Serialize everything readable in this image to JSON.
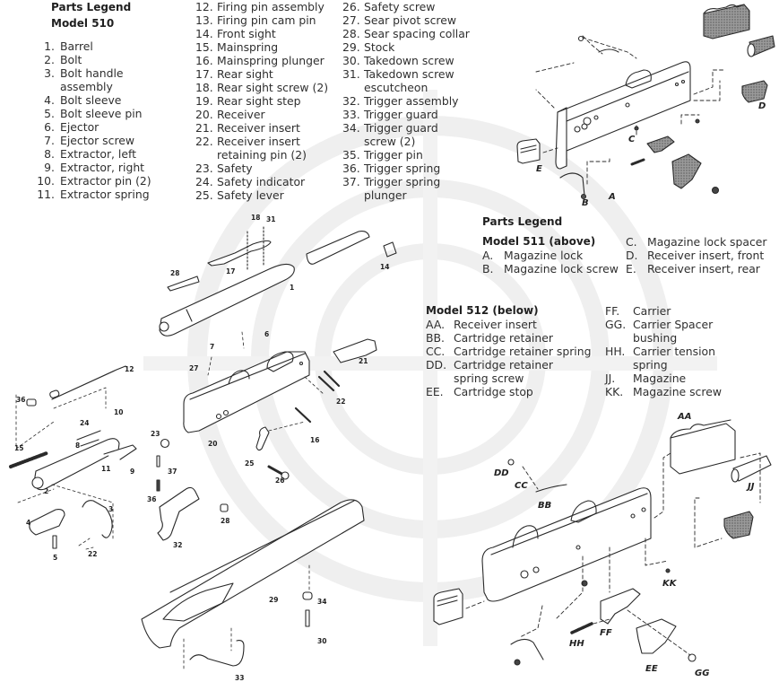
{
  "model_510": {
    "legend_title": "Parts Legend",
    "model_title": "Model 510",
    "parts": [
      {
        "num": "1.",
        "name": [
          "Barrel"
        ]
      },
      {
        "num": "2.",
        "name": [
          "Bolt"
        ]
      },
      {
        "num": "3.",
        "name": [
          "Bolt handle",
          "assembly"
        ]
      },
      {
        "num": "4.",
        "name": [
          "Bolt sleeve"
        ]
      },
      {
        "num": "5.",
        "name": [
          "Bolt sleeve pin"
        ]
      },
      {
        "num": "6.",
        "name": [
          "Ejector"
        ]
      },
      {
        "num": "7.",
        "name": [
          "Ejector screw"
        ]
      },
      {
        "num": "8.",
        "name": [
          "Extractor, left"
        ]
      },
      {
        "num": "9.",
        "name": [
          "Extractor, right"
        ]
      },
      {
        "num": "10.",
        "name": [
          "Extractor pin (2)"
        ]
      },
      {
        "num": "11.",
        "name": [
          "Extractor spring"
        ]
      },
      {
        "num": "12.",
        "name": [
          "Firing pin assembly"
        ]
      },
      {
        "num": "13.",
        "name": [
          "Firing pin cam pin"
        ]
      },
      {
        "num": "14.",
        "name": [
          "Front sight"
        ]
      },
      {
        "num": "15.",
        "name": [
          "Mainspring"
        ]
      },
      {
        "num": "16.",
        "name": [
          "Mainspring plunger"
        ]
      },
      {
        "num": "17.",
        "name": [
          "Rear sight"
        ]
      },
      {
        "num": "18.",
        "name": [
          "Rear sight screw (2)"
        ]
      },
      {
        "num": "19.",
        "name": [
          "Rear sight step"
        ]
      },
      {
        "num": "20.",
        "name": [
          "Receiver"
        ]
      },
      {
        "num": "21.",
        "name": [
          "Receiver insert"
        ]
      },
      {
        "num": "22.",
        "name": [
          "Receiver insert",
          "retaining pin (2)"
        ]
      },
      {
        "num": "23.",
        "name": [
          "Safety"
        ]
      },
      {
        "num": "24.",
        "name": [
          "Safety indicator"
        ]
      },
      {
        "num": "25.",
        "name": [
          "Safety lever"
        ]
      },
      {
        "num": "26.",
        "name": [
          "Safety screw"
        ]
      },
      {
        "num": "27.",
        "name": [
          "Sear pivot screw"
        ]
      },
      {
        "num": "28.",
        "name": [
          "Sear spacing collar"
        ]
      },
      {
        "num": "29.",
        "name": [
          "Stock"
        ]
      },
      {
        "num": "30.",
        "name": [
          "Takedown screw"
        ]
      },
      {
        "num": "31.",
        "name": [
          "Takedown screw",
          "escutcheon"
        ]
      },
      {
        "num": "32.",
        "name": [
          "Trigger assembly"
        ]
      },
      {
        "num": "33.",
        "name": [
          "Trigger guard"
        ]
      },
      {
        "num": "34.",
        "name": [
          "Trigger guard",
          "screw (2)"
        ]
      },
      {
        "num": "35.",
        "name": [
          "Trigger pin"
        ]
      },
      {
        "num": "36.",
        "name": [
          "Trigger spring"
        ]
      },
      {
        "num": "37.",
        "name": [
          "Trigger spring",
          "plunger"
        ]
      }
    ],
    "diagram_labels": [
      "12",
      "36",
      "24",
      "15",
      "10",
      "8",
      "11",
      "9",
      "2",
      "3",
      "4",
      "5",
      "22",
      "18",
      "17",
      "28",
      "1",
      "14",
      "6",
      "7",
      "27",
      "21",
      "22",
      "20",
      "25",
      "26",
      "23",
      "37",
      "36",
      "32",
      "28",
      "29",
      "34",
      "30",
      "33",
      "16",
      "31"
    ]
  },
  "model_511": {
    "legend_title": "Parts Legend",
    "model_title": "Model 511 (above)",
    "parts": [
      {
        "num": "A.",
        "name": "Magazine lock"
      },
      {
        "num": "B.",
        "name": "Magazine lock screw"
      },
      {
        "num": "C.",
        "name": "Magazine lock spacer"
      },
      {
        "num": "D.",
        "name": "Receiver insert, front"
      },
      {
        "num": "E.",
        "name": "Receiver insert, rear"
      }
    ],
    "diagram_labels": [
      "A",
      "B",
      "C",
      "D",
      "E"
    ]
  },
  "model_512": {
    "model_title": "Model 512 (below)",
    "parts": [
      {
        "num": "AA.",
        "name": [
          "Receiver insert"
        ]
      },
      {
        "num": "BB.",
        "name": [
          "Cartridge retainer"
        ]
      },
      {
        "num": "CC.",
        "name": [
          "Cartridge retainer spring"
        ]
      },
      {
        "num": "DD.",
        "name": [
          "Cartridge retainer",
          "spring screw"
        ]
      },
      {
        "num": "EE.",
        "name": [
          "Cartridge stop"
        ]
      },
      {
        "num": "FF.",
        "name": [
          "Carrier"
        ]
      },
      {
        "num": "GG.",
        "name": [
          "Carrier Spacer",
          "bushing"
        ]
      },
      {
        "num": "HH.",
        "name": [
          "Carrier tension",
          "spring"
        ]
      },
      {
        "num": "JJ.",
        "name": [
          "Magazine"
        ]
      },
      {
        "num": "KK.",
        "name": [
          "Magazine screw"
        ]
      }
    ],
    "diagram_labels": [
      "AA",
      "BB",
      "CC",
      "DD",
      "EE",
      "FF",
      "GG",
      "HH",
      "JJ",
      "KK"
    ]
  },
  "colors": {
    "ink": "#2a2a2a",
    "watermark": "#ececec",
    "shade": "#8a8a8a"
  }
}
